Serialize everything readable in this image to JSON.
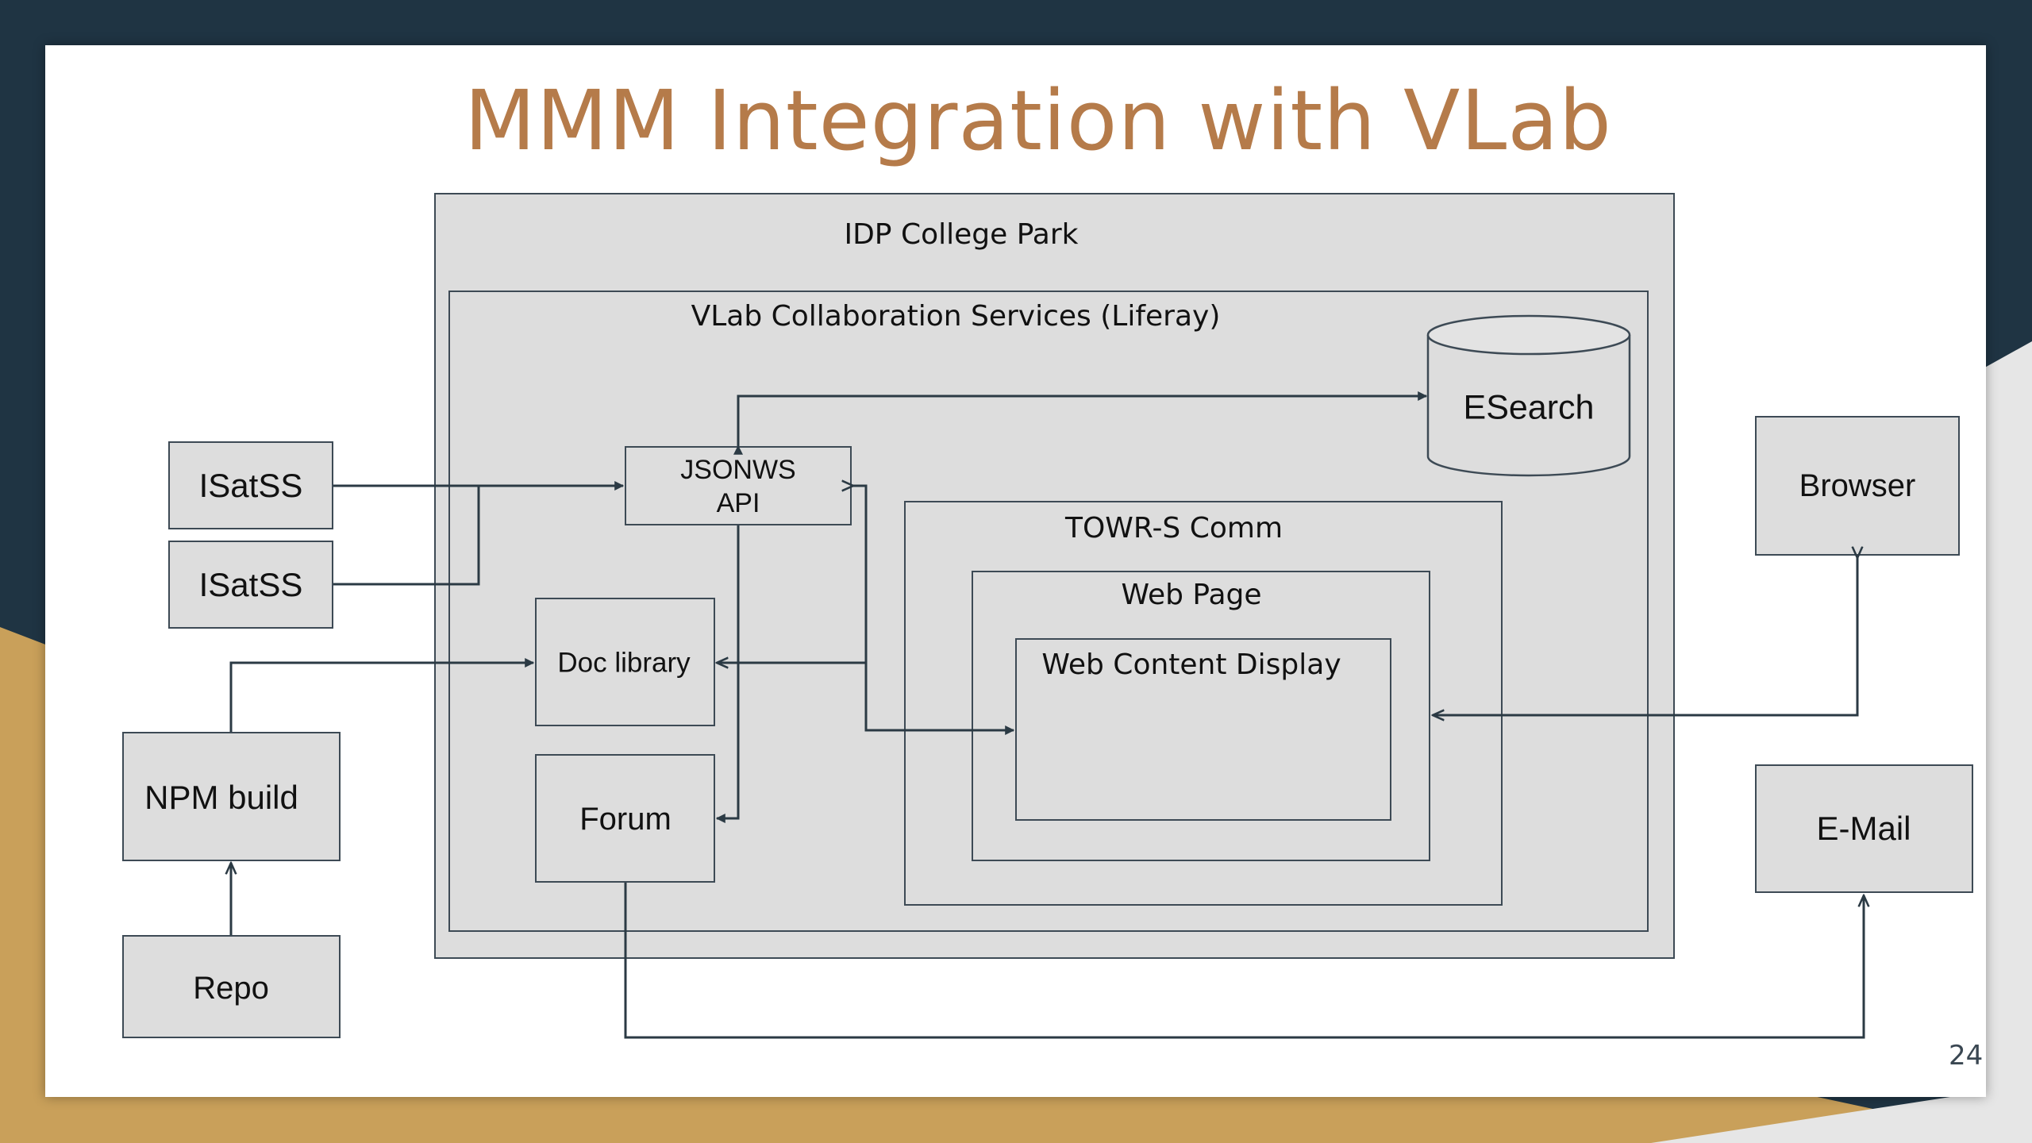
{
  "slide": {
    "title": "MMM Integration with VLab",
    "page_number": "24"
  },
  "diagram": {
    "idp": "IDP College Park",
    "vlab": "VLab Collaboration Services (Liferay)",
    "esearch": "ESearch",
    "jsonws_line1": "JSONWS",
    "jsonws_line2": "API",
    "isatss_1": "ISatSS",
    "isatss_2": "ISatSS",
    "doc_library": "Doc library",
    "forum": "Forum",
    "npm_build": "NPM build",
    "repo": "Repo",
    "towr": "TOWR-S Comm",
    "web_page": "Web Page",
    "web_content_display": "Web Content Display",
    "browser": "Browser",
    "email": "E-Mail"
  },
  "colors": {
    "title": "#b57b4a",
    "dark_bg": "#1f3443",
    "gold": "#c9a05a",
    "box_fill": "#dddddd",
    "line": "#2b3a44"
  }
}
